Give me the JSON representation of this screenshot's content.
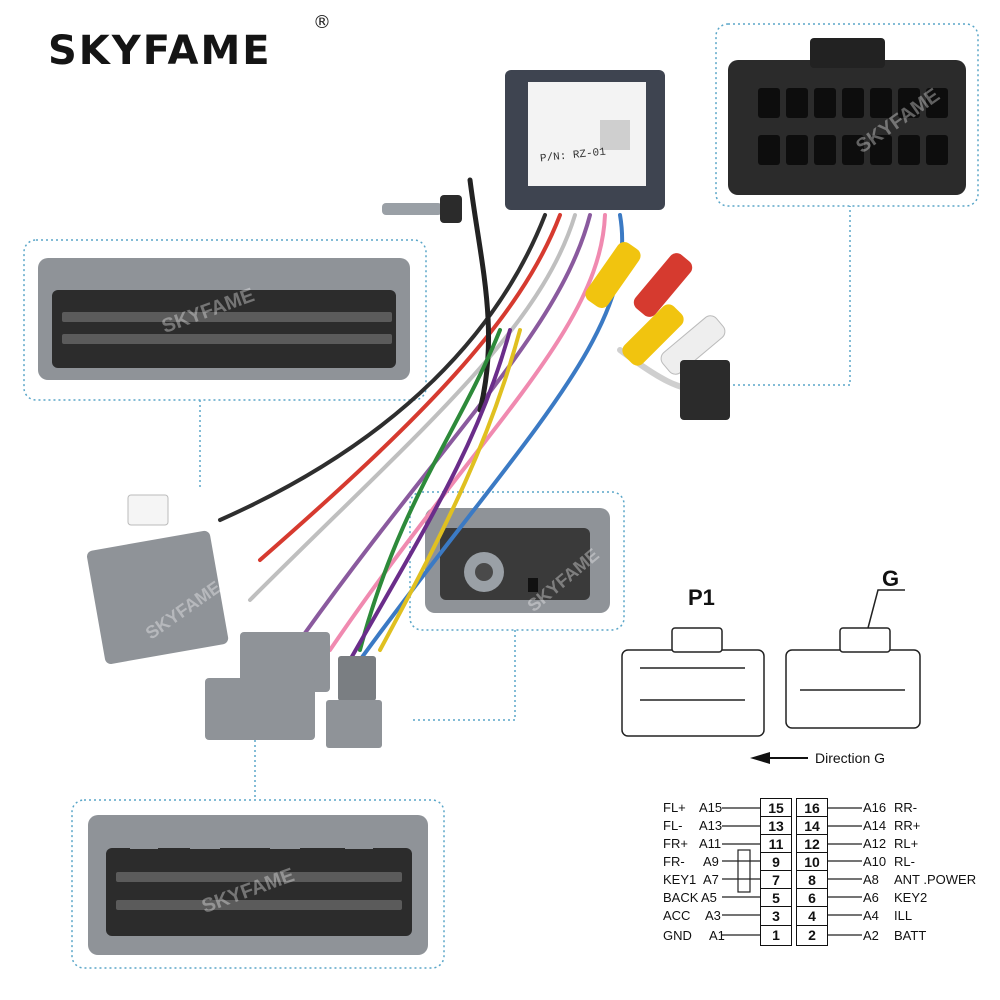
{
  "brand": {
    "name": "SKYFAME",
    "registered": "®",
    "watermark": "SKYFAME"
  },
  "connectors": {
    "p1_label": "P1",
    "g_label": "G"
  },
  "direction_label": "Direction G",
  "module_label": {
    "pn": "P/N:",
    "code": "RZ-01"
  },
  "pinout": {
    "left": [
      {
        "signal": "FL+",
        "pin": "A15",
        "num": "15"
      },
      {
        "signal": "FL-",
        "pin": "A13",
        "num": "13"
      },
      {
        "signal": "FR+",
        "pin": "A11",
        "num": "11"
      },
      {
        "signal": "FR-",
        "pin": "A9",
        "num": "9"
      },
      {
        "signal": "KEY1",
        "pin": "A7",
        "num": "7"
      },
      {
        "signal": "BACK",
        "pin": "A5",
        "num": "5"
      },
      {
        "signal": "ACC",
        "pin": "A3",
        "num": "3"
      },
      {
        "signal": "GND",
        "pin": "A1",
        "num": "1"
      }
    ],
    "right": [
      {
        "num": "16",
        "pin": "A16",
        "signal": "RR-"
      },
      {
        "num": "14",
        "pin": "A14",
        "signal": "RR+"
      },
      {
        "num": "12",
        "pin": "A12",
        "signal": "RL+"
      },
      {
        "num": "10",
        "pin": "A10",
        "signal": "RL-"
      },
      {
        "num": "8",
        "pin": "A8",
        "signal": "ANT .POWER"
      },
      {
        "num": "6",
        "pin": "A6",
        "signal": "KEY2"
      },
      {
        "num": "4",
        "pin": "A4",
        "signal": "ILL"
      },
      {
        "num": "2",
        "pin": "A2",
        "signal": "BATT"
      }
    ]
  },
  "colors": {
    "panel_border": "#5aa6c8",
    "connector_grey": "#8f9398",
    "connector_dark": "#2b2b2b",
    "rca_yellow": "#f1c40f",
    "rca_red": "#d63a2f",
    "rca_white": "#eeeeee"
  }
}
